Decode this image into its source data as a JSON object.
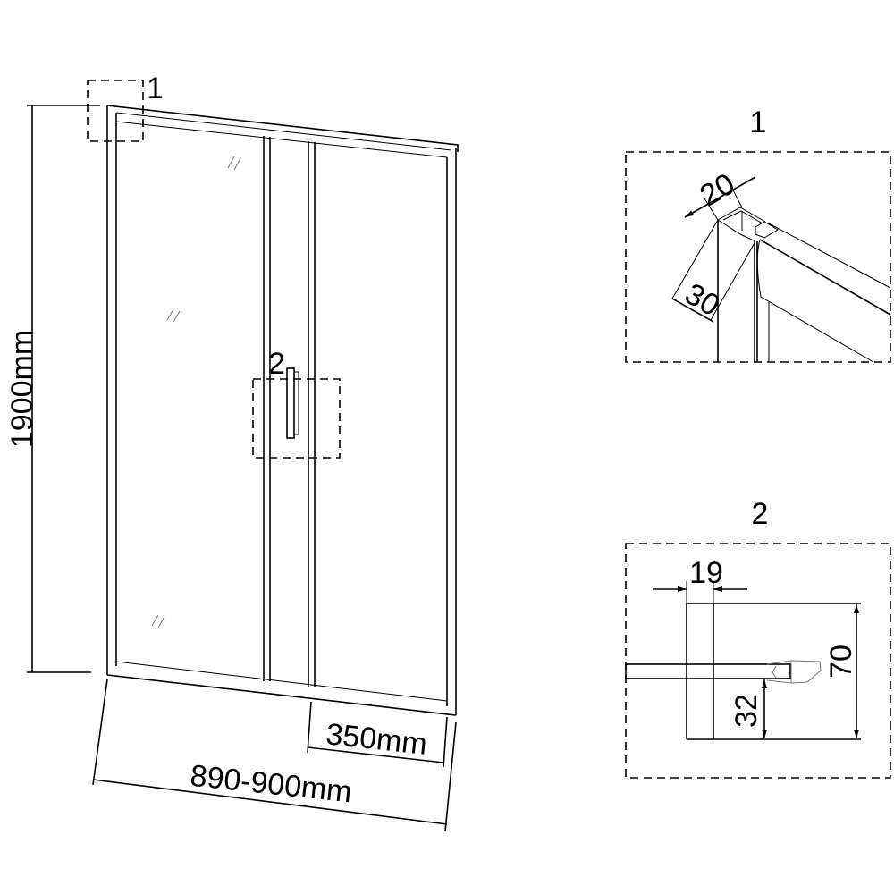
{
  "main_view": {
    "callout_1": "1",
    "callout_2": "2",
    "height_dim": "1900mm",
    "panel_width_dim": "350mm",
    "total_width_dim": "890-900mm"
  },
  "detail_1": {
    "title": "1",
    "profile_width": "20",
    "profile_depth": "30"
  },
  "detail_2": {
    "title": "2",
    "handle_width": "19",
    "handle_height": "70",
    "glass_offset": "32"
  }
}
